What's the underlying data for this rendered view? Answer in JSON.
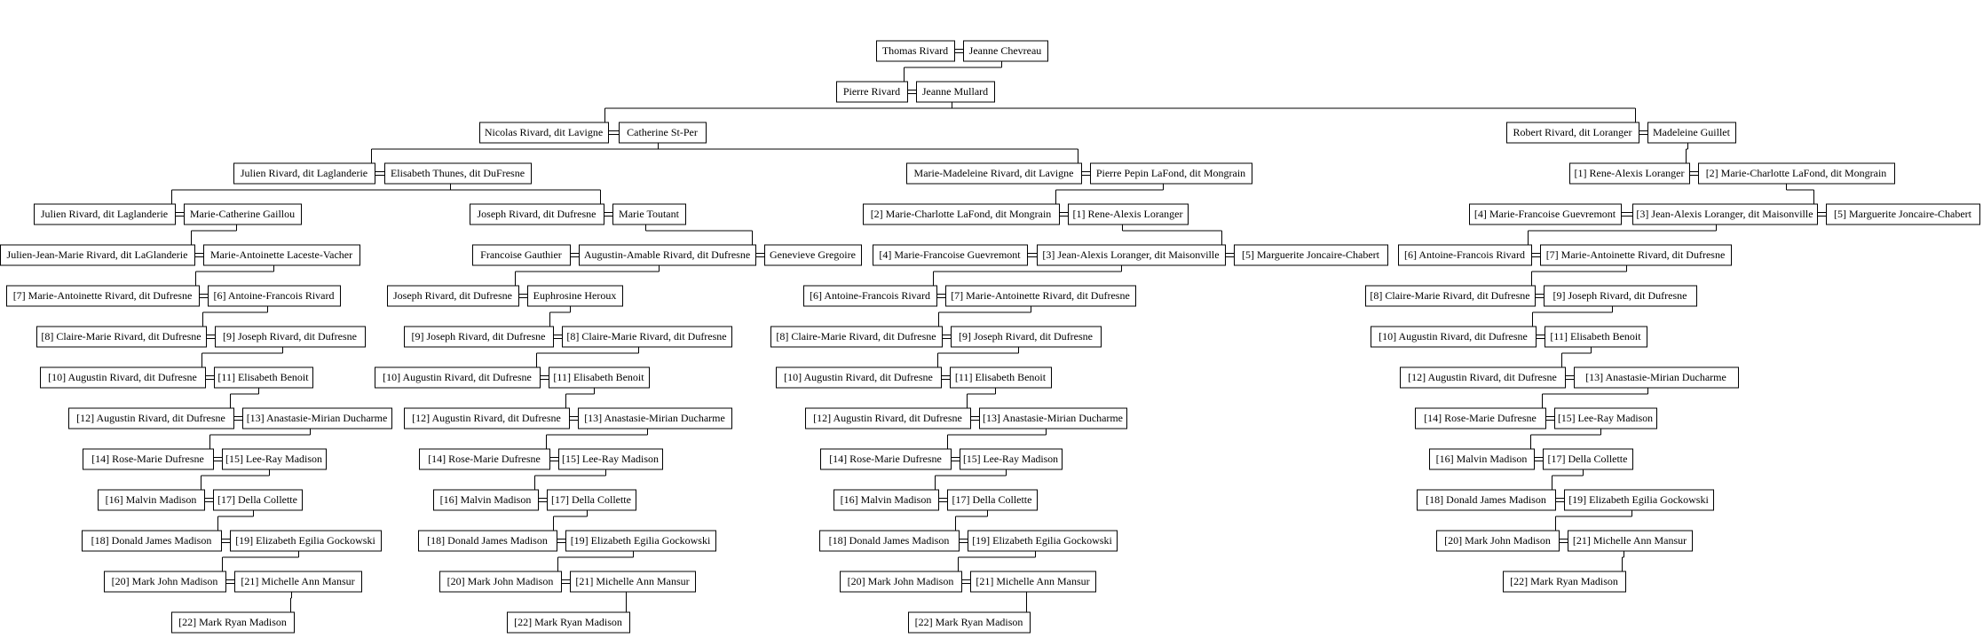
{
  "people": {
    "thomas": "Thomas Rivard",
    "jeanneC": "Jeanne Chevreau",
    "pierre": "Pierre Rivard",
    "jeanneM": "Jeanne Mullard",
    "nicolas": "Nicolas Rivard, dit Lavigne",
    "catherine": "Catherine St-Per",
    "robert": "Robert Rivard, dit Loranger",
    "madeleineG": "Madeleine Guillet",
    "julien1": "Julien Rivard, dit Laglanderie",
    "elisabethT": "Elisabeth Thunes, dit DuFresne",
    "marieMad": "Marie-Madeleine Rivard, dit Lavigne",
    "pierrePepin": "Pierre Pepin LaFond, dit Mongrain",
    "r1": "[1] Rene-Alexis Loranger",
    "r2": "[2] Marie-Charlotte LaFond, dit Mongrain",
    "r4": "[4] Marie-Francoise Guevremont",
    "r3": "[3] Jean-Alexis Loranger, dit Maisonville",
    "r5": "[5] Marguerite Joncaire-Chabert",
    "r6": "[6] Antoine-Francois Rivard",
    "r7": "[7] Marie-Antoinette Rivard, dit Dufresne",
    "r8": "[8] Claire-Marie Rivard, dit Dufresne",
    "r9": "[9] Joseph Rivard, dit Dufresne",
    "r10": "[10] Augustin Rivard, dit Dufresne",
    "r11": "[11] Elisabeth Benoit",
    "r12": "[12] Augustin Rivard, dit Dufresne",
    "r13": "[13] Anastasie-Mirian Ducharme",
    "r14": "[14] Rose-Marie Dufresne",
    "r15": "[15] Lee-Ray Madison",
    "r16": "[16] Malvin Madison",
    "r17": "[17] Della Collette",
    "r18": "[18] Donald James Madison",
    "r19": "[19] Elizabeth Egilia Gockowski",
    "r20": "[20] Mark John Madison",
    "r21": "[21] Michelle Ann Mansur",
    "r22": "[22] Mark Ryan Madison",
    "julien2": "Julien Rivard, dit Laglanderie",
    "marieCathG": "Marie-Catherine Gaillou",
    "joseph1": "Joseph Rivard, dit Dufresne",
    "marieT": "Marie Toutant",
    "julienJM": "Julien-Jean-Marie Rivard, dit LaGlanderie",
    "marieAntL": "Marie-Antoinette Laceste-Vacher",
    "francoiseG": "Francoise Gauthier",
    "augustinAmable": "Augustin-Amable Rivard, dit Dufresne",
    "genevieveG": "Genevieve Gregoire",
    "joseph2": "Joseph Rivard, dit Dufresne",
    "euphrosine": "Euphrosine Heroux"
  }
}
